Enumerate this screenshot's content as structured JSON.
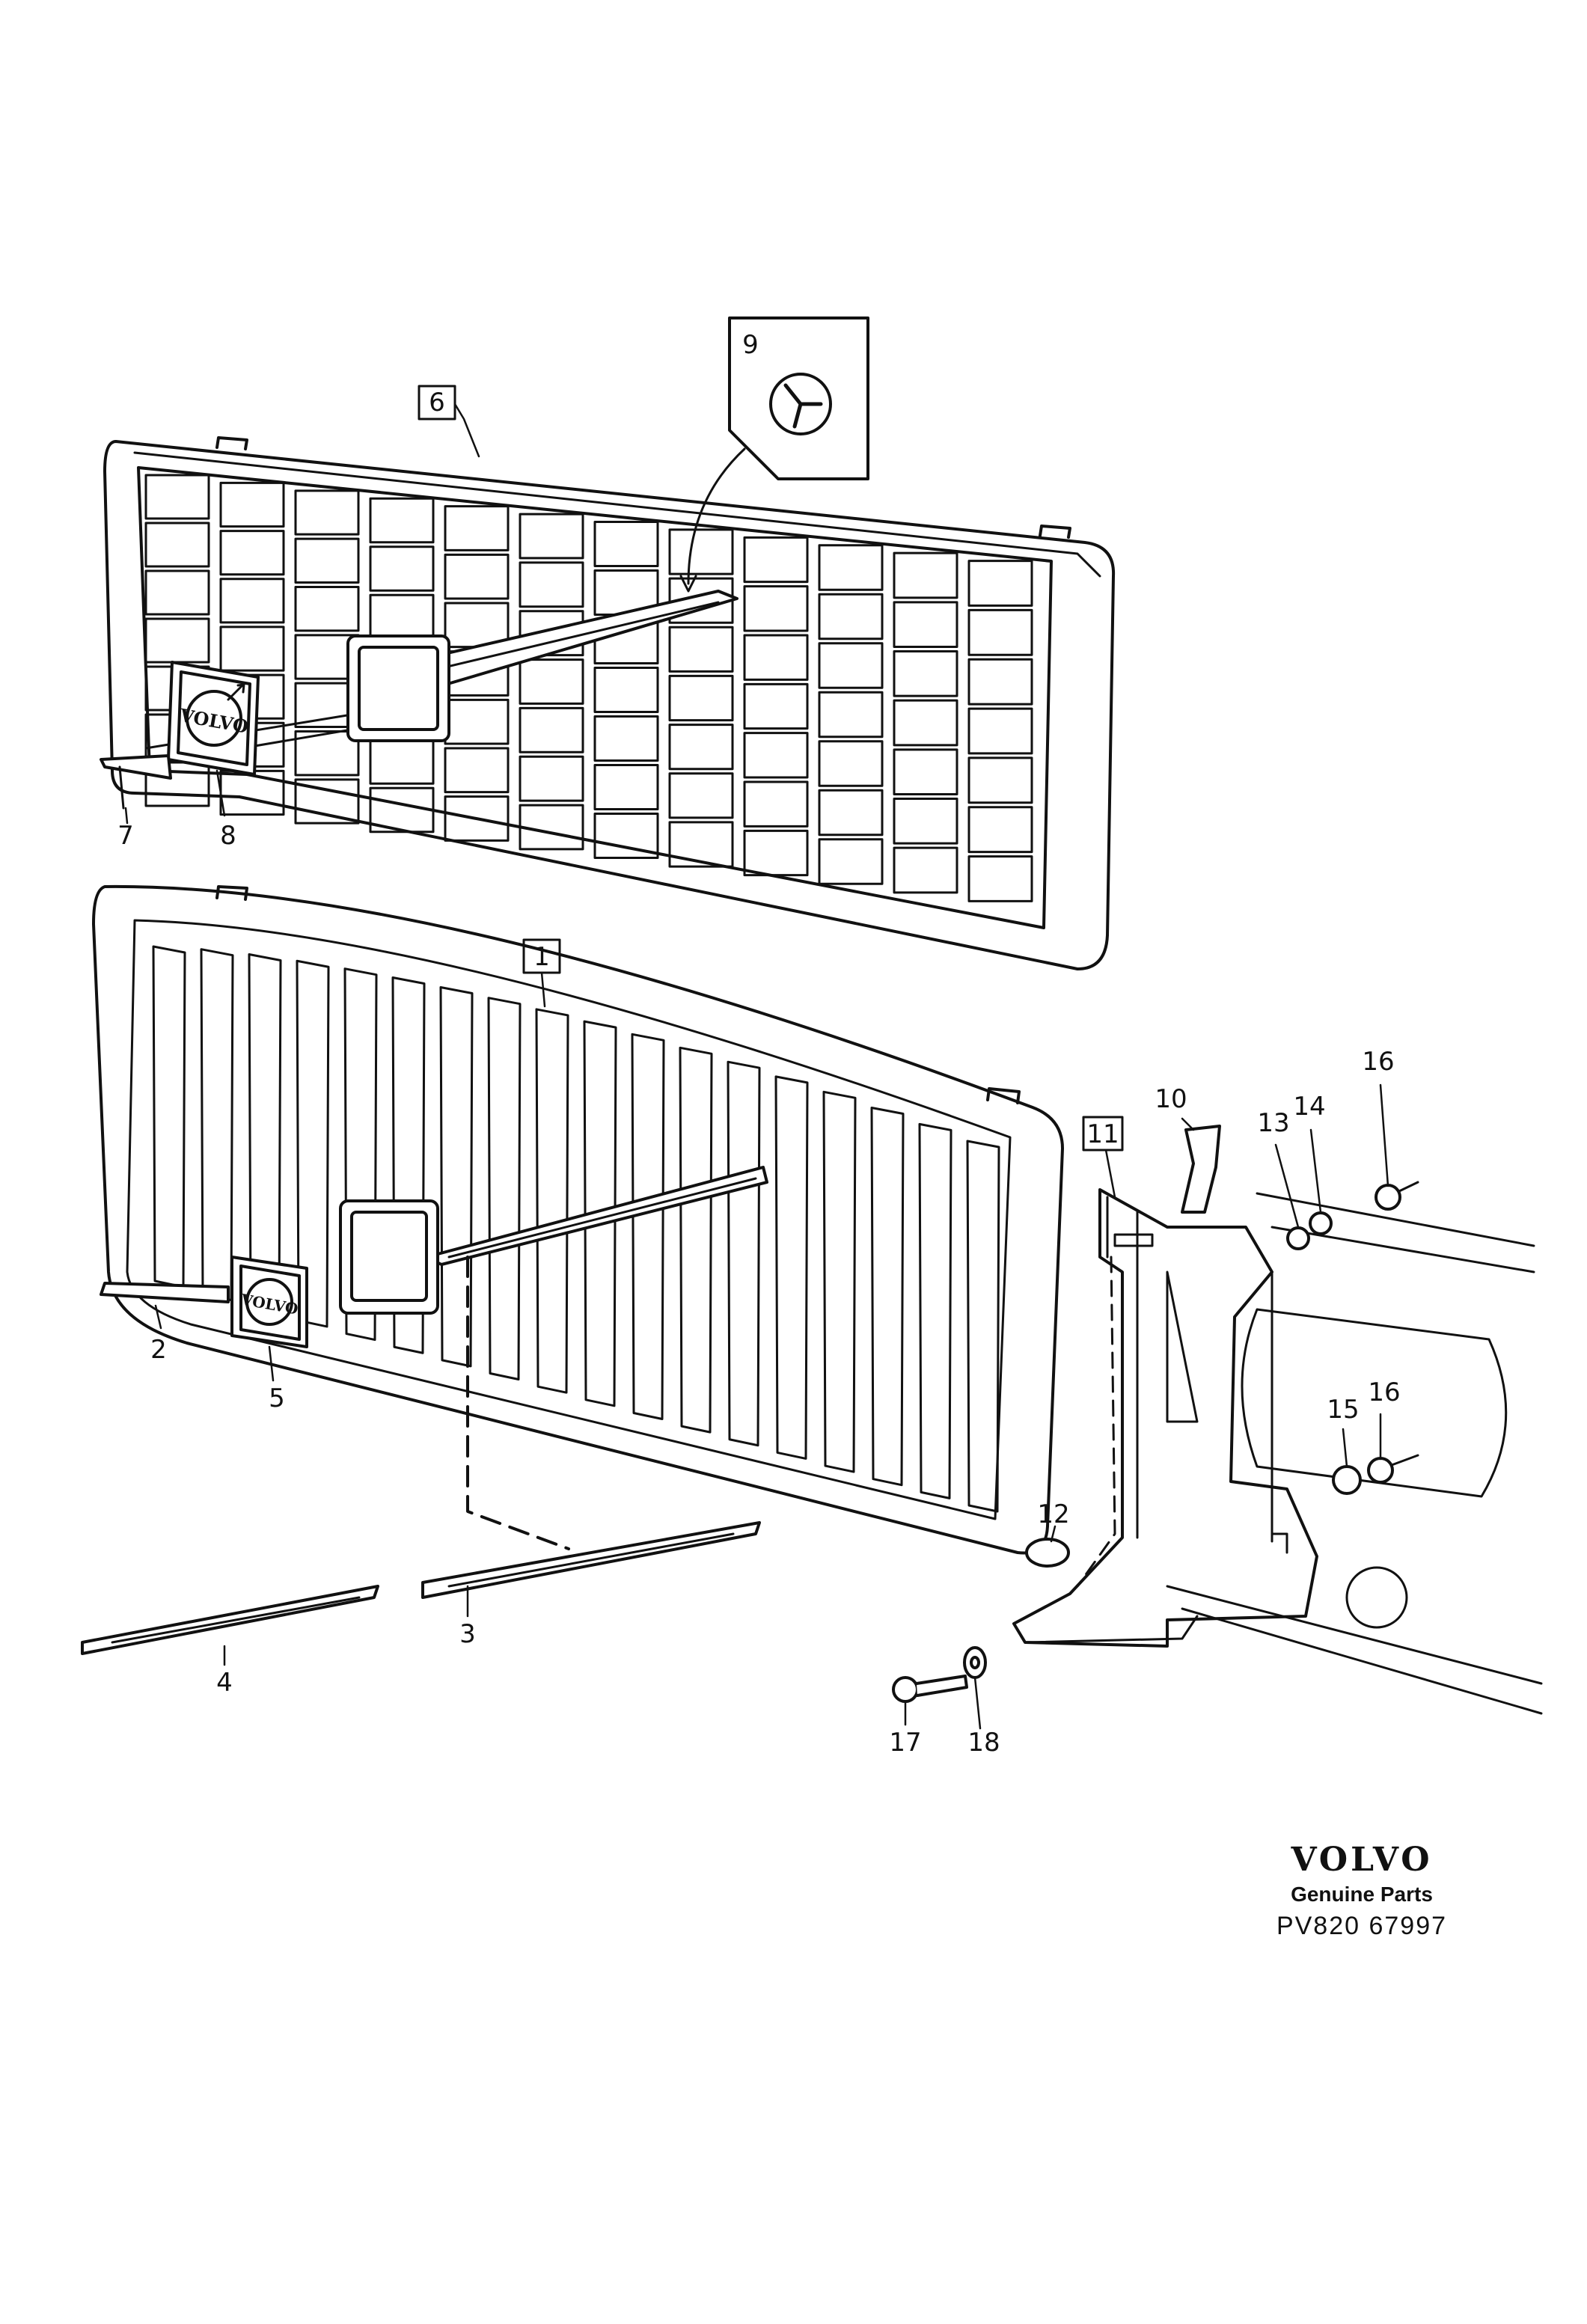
{
  "callouts": {
    "c1": "1",
    "c2": "2",
    "c3": "3",
    "c4": "4",
    "c5": "5",
    "c6": "6",
    "c7": "7",
    "c8": "8",
    "c9": "9",
    "c10": "10",
    "c11": "11",
    "c12": "12",
    "c13": "13",
    "c14": "14",
    "c15": "15",
    "c16a": "16",
    "c16b": "16",
    "c17": "17",
    "c18": "18"
  },
  "badge_text": "VOLVO",
  "footer": {
    "brand": "VOLVO",
    "tagline": "Genuine Parts",
    "ref": "PV820 67997"
  }
}
